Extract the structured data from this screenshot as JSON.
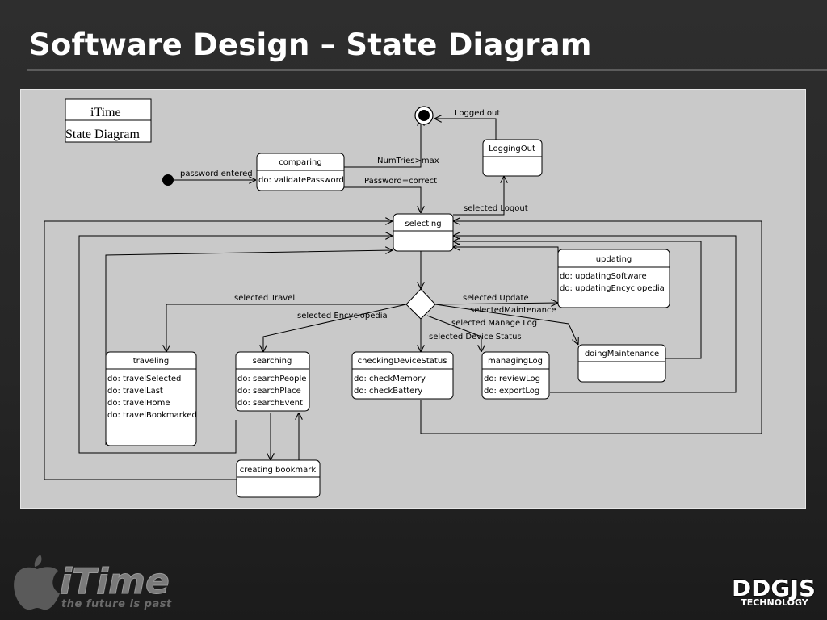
{
  "slide": {
    "title": "Software Design – State Diagram"
  },
  "diagram": {
    "title_box": [
      "iTime",
      "State Diagram"
    ],
    "states": {
      "comparing": {
        "name": "comparing",
        "activities": [
          "do: validatePassword"
        ]
      },
      "logging_out": {
        "name": "LoggingOut",
        "activities": []
      },
      "selecting": {
        "name": "selecting",
        "activities": []
      },
      "updating": {
        "name": "updating",
        "activities": [
          "do: updatingSoftware",
          "do: updatingEncyclopedia"
        ]
      },
      "traveling": {
        "name": "traveling",
        "activities": [
          "do: travelSelected",
          "do: travelLast",
          "do: travelHome",
          "do: travelBookmarked"
        ]
      },
      "searching": {
        "name": "searching",
        "activities": [
          "do: searchPeople",
          "do: searchPlace",
          "do: searchEvent"
        ]
      },
      "checking_device_status": {
        "name": "checkingDeviceStatus",
        "activities": [
          "do: checkMemory",
          "do: checkBattery"
        ]
      },
      "managing_log": {
        "name": "managingLog",
        "activities": [
          "do: reviewLog",
          "do: exportLog"
        ]
      },
      "doing_maintenance": {
        "name": "doingMaintenance",
        "activities": []
      },
      "creating_bookmark": {
        "name": "creating bookmark",
        "activities": []
      }
    },
    "transitions": {
      "password_entered": "password entered",
      "num_tries_max": "NumTries>max",
      "password_correct": "Password=correct",
      "logged_out": "Logged out",
      "selected_logout": "selected Logout",
      "selected_travel": "selected Travel",
      "selected_encyclopedia": "selected Encyclopedia",
      "selected_update": "selected Update",
      "selected_maintenance": "selectedMaintenance",
      "selected_manage_log": "selected Manage Log",
      "selected_device_status": "selected Device Status"
    }
  },
  "branding": {
    "product_name": "iTime",
    "tagline": "the future is past",
    "company_mark": "DDGJS",
    "company_sub": "TECHNOLOGY"
  },
  "colors": {
    "background": "#2a2a2a",
    "diagram_canvas": "#c9c9c9",
    "state_fill": "#ffffff",
    "line": "#000000"
  }
}
